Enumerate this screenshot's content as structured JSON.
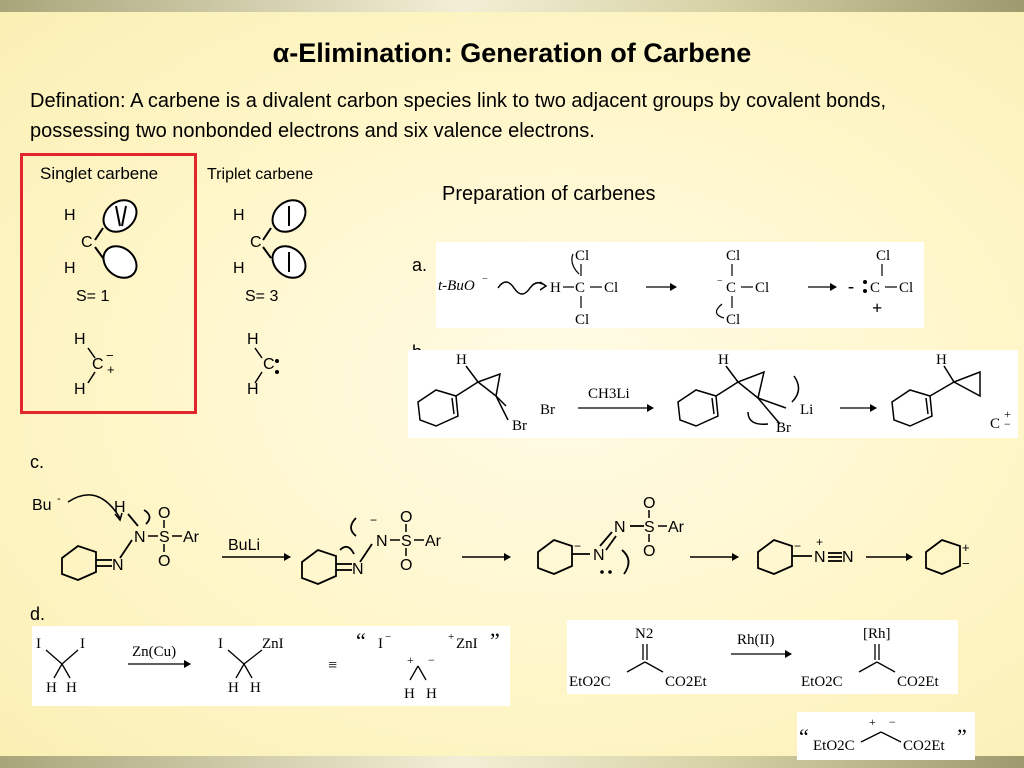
{
  "slide": {
    "title": "α-Elimination: Generation of Carbene",
    "definition": "Defination: A carbene is a divalent carbon species link to two adjacent groups by covalent bonds, possessing two nonbonded electrons and six valence electrons."
  },
  "panel": {
    "singlet_label": "Singlet carbene",
    "triplet_label": "Triplet carbene",
    "singlet_spin": "S= 1",
    "triplet_spin": "S= 3"
  },
  "preparation_title": "Preparation of carbenes",
  "labels": {
    "a": "a.",
    "b": "b.",
    "c": "c.",
    "d": "d."
  },
  "atoms": {
    "H": "H",
    "C": "C",
    "Cl": "Cl",
    "N": "N",
    "O": "O",
    "S": "S",
    "Ar": "Ar",
    "Br": "Br",
    "Li": "Li",
    "I": "I",
    "ZnI": "ZnI"
  },
  "reagents": {
    "tBuO": "t-BuO",
    "CH3Li": "CH3Li",
    "Bu": "Bu",
    "BuLi": "BuLi",
    "ZnCu": "Zn(Cu)",
    "RhII": "Rh(II)",
    "Rh": "[Rh]",
    "N2": "N2",
    "EtO2C": "EtO2C",
    "CO2Et": "CO2Et",
    "equiv": "≡",
    "open_quote": "“",
    "close_quote": "”"
  },
  "colors": {
    "frame": "#e2262b",
    "band": "#a9a57a"
  }
}
